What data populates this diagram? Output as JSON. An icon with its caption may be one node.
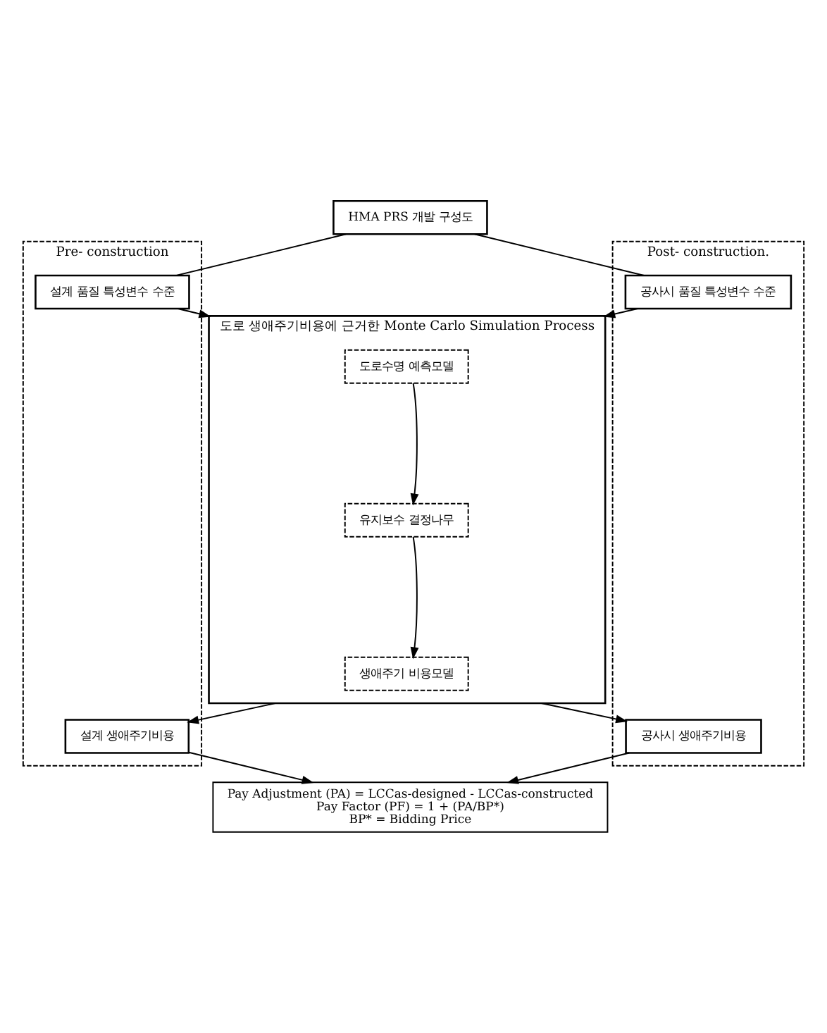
{
  "diagram": {
    "nodes": [
      {
        "text": [
          "HMA PRS 개발 구성도"
        ]
      },
      {
        "text": [
          "Pre- construction"
        ]
      },
      {
        "text": [
          "설계 품질 특성변수 수준"
        ],
        "in": 1
      },
      {
        "text": [
          "설계 생애주기비용"
        ],
        "in": 1
      },
      {
        "text": [
          "Post- construction."
        ]
      },
      {
        "text": [
          "공사시 품질 특성변수 수준"
        ],
        "in": 4
      },
      {
        "text": [
          "공사시 생애주기비용"
        ],
        "in": 4
      },
      {
        "text": [
          "도로 생애주기비용에 근거한 Monte Carlo Simulation Process"
        ]
      },
      {
        "text": [
          "도로수명 예측모델"
        ],
        "in": 7
      },
      {
        "text": [
          "유지보수 결정나무"
        ],
        "in": 7
      },
      {
        "text": [
          "생애주기 비용모델"
        ],
        "in": 7
      },
      {
        "text": [
          "Pay Adjustment (PA) = LCCas-designed - LCCas-constructed",
          "Pay Factor (PF) = 1 + (PA/BP*)",
          "BP* = Bidding Price"
        ]
      }
    ],
    "edges": [
      {
        "from": 0,
        "to": 2,
        "arrow": "none"
      },
      {
        "from": 0,
        "to": 5,
        "arrow": "none"
      },
      {
        "from": 2,
        "to": 7,
        "arrow": "to"
      },
      {
        "from": 5,
        "to": 7,
        "arrow": "to"
      },
      {
        "from": 8,
        "to": 9,
        "arrow": "to"
      },
      {
        "from": 9,
        "to": 10,
        "arrow": "to"
      },
      {
        "from": 7,
        "to": 3,
        "arrow": "to"
      },
      {
        "from": 7,
        "to": 6,
        "arrow": "to"
      },
      {
        "from": 3,
        "to": 11,
        "arrow": "to"
      },
      {
        "from": 6,
        "to": 11,
        "arrow": "to"
      }
    ]
  }
}
